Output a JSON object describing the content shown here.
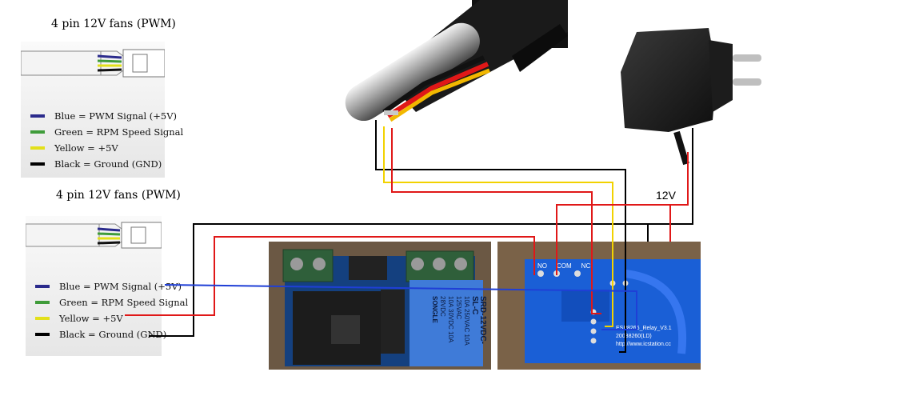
{
  "fan_diagrams": [
    {
      "title": "4 pin 12V fans (PWM)",
      "legend": [
        {
          "color": "#2b2b8c",
          "text": "Blue = PWM Signal (+5V)"
        },
        {
          "color": "#3f9c3a",
          "text": "Green = RPM Speed Signal"
        },
        {
          "color": "#e3e01a",
          "text": "Yellow =    +5V"
        },
        {
          "color": "#000000",
          "text": "Black = Ground (GND)"
        }
      ]
    },
    {
      "title": "4 pin 12V fans (PWM)",
      "legend": [
        {
          "color": "#2b2b8c",
          "text": "Blue = PWM Signal (+5V)"
        },
        {
          "color": "#3f9c3a",
          "text": "Green = RPM Speed Signal"
        },
        {
          "color": "#e3e01a",
          "text": "Yellow =    +5V"
        },
        {
          "color": "#000000",
          "text": "Black = Ground (GND)"
        }
      ]
    }
  ],
  "voltage_label": "12V",
  "relay_module": {
    "relay_lines": [
      "SRD-12VDC-SL-C",
      "10A 250VAC  10A 125VAC",
      "10A 30VDC  10A 28VDC"
    ],
    "relay_brand": "SONGLE"
  },
  "relay_back": {
    "terminals": [
      "NO",
      "COM",
      "NC"
    ],
    "silkscreen": [
      "ESP8266_Relay_V3.1",
      "20038260(LD)",
      "http://www.icstation.cc"
    ]
  },
  "wire_colors": {
    "black": "#000000",
    "red": "#e01818",
    "yellow": "#f2d200",
    "blue": "#1f3fd6"
  }
}
